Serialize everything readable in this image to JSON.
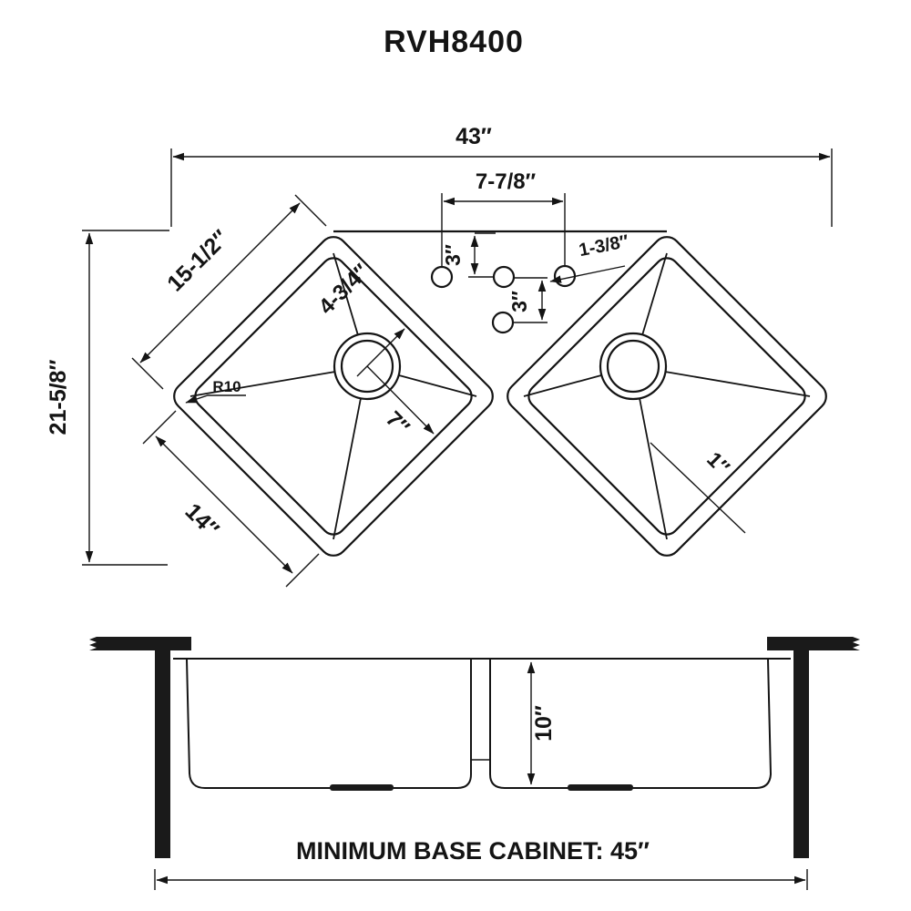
{
  "title": "RVH8400",
  "plan": {
    "overall_width": "43″",
    "faucet_span": "7-7/8″",
    "hole_to_rim": "3″",
    "hole_spacing": "3″",
    "hole_diameter": "1-3/8″",
    "bowl_outer_edge": "15-1/2″",
    "drain_to_edge": "4-3/4″",
    "overall_depth": "21-5/8″",
    "corner_radius": "R10",
    "drain_to_corner": "7″",
    "bowl_inner_edge": "14″",
    "rim_width": "1″"
  },
  "section": {
    "bowl_depth": "10″",
    "cabinet_note": "MINIMUM BASE CABINET: 45″"
  }
}
